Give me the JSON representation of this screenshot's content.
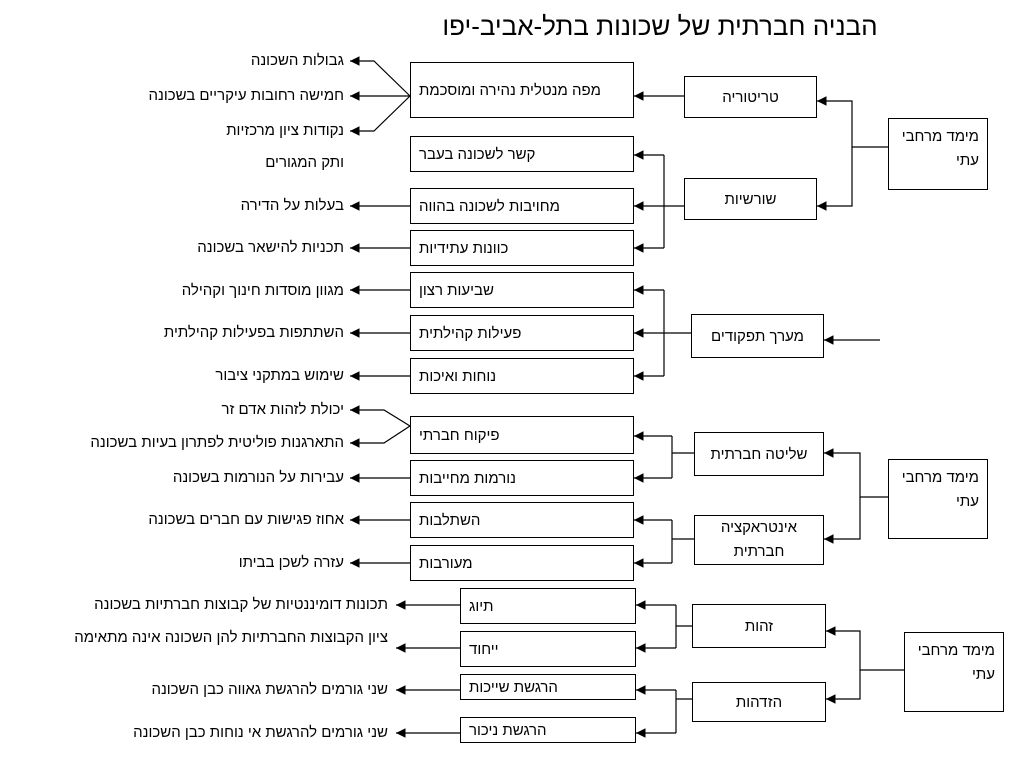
{
  "title": "הבניה חברתית של שכונות בתל-אביב-יפו",
  "group1": {
    "dimension": "מימד מרחבי עתי",
    "territoriality": {
      "label": "טריטוריה",
      "sub": [
        "מפה מנטלית נהירה ומוסכמת"
      ],
      "leaves": [
        "גבולות השכונה",
        "חמישה רחובות עיקריים בשכונה",
        "נקודות ציון מרכזיות"
      ]
    },
    "rootedness": {
      "label": "שורשיות",
      "sub": [
        "קשר לשכונה בעבר",
        "מחויבות לשכונה בהווה",
        "כוונות עתידיות"
      ],
      "leaves": [
        "ותק המגורים",
        "בעלות על הדירה",
        "תכניות להישאר בשכונה"
      ]
    }
  },
  "functions": {
    "label": "מערך תפקודים",
    "sub": [
      "שביעות רצון",
      "פעילות קהילתית",
      "נוחות ואיכות"
    ],
    "leaves": [
      "מגוון מוסדות חינוך וקהילה",
      "השתתפות בפעילות קהילתית",
      "שימוש במתקני ציבור"
    ]
  },
  "group2": {
    "dimension": "מימד מרחבי עתי",
    "social_control": {
      "label": "שליטה חברתית",
      "sub": [
        "פיקוח חברתי",
        "נורמות מחייבות"
      ],
      "leaves": [
        "יכולת לזהות אדם זר",
        "התארגנות פוליטית לפתרון בעיות בשכונה",
        "עבירות על הנורמות בשכונה"
      ]
    },
    "social_interaction": {
      "label": "אינטראקציה חברתית",
      "sub": [
        "השתלבות",
        "מעורבות"
      ],
      "leaves": [
        "אחוז פגישות עם חברים בשכונה",
        "עזרה לשכן בביתו"
      ]
    }
  },
  "group3": {
    "dimension": "מימד מרחבי עתי",
    "identity": {
      "label": "זהות",
      "sub": [
        "תיוג",
        "ייחוד"
      ],
      "leaves": [
        "תכונות דומיננטיות של קבוצות חברתיות בשכונה",
        "ציון הקבוצות החברתיות להן השכונה אינה מתאימה"
      ]
    },
    "identification": {
      "label": "הזדהות",
      "sub": [
        "הרגשת שייכות",
        "הרגשת ניכור"
      ],
      "leaves": [
        "שני גורמים להרגשת גאווה כבן השכונה",
        "שני גורמים להרגשת אי נוחות כבן השכונה"
      ]
    }
  }
}
